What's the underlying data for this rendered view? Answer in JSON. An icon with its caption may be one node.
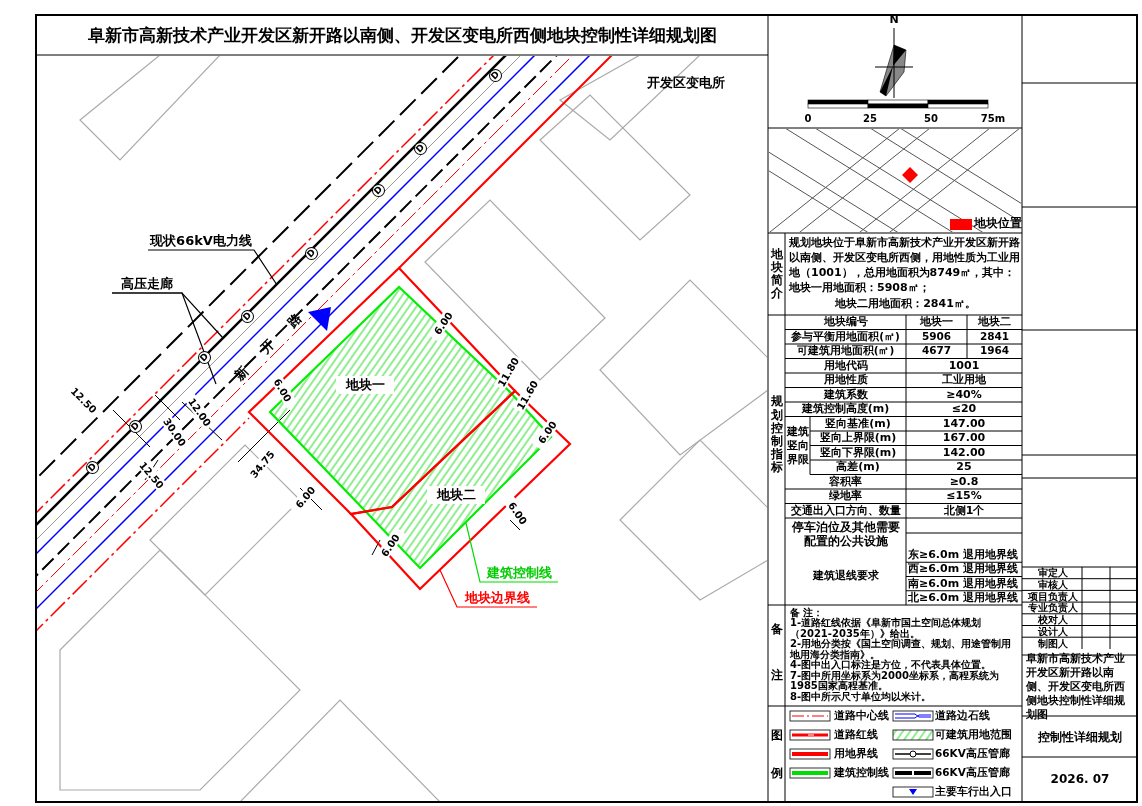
{
  "diagram": {
    "title": "阜新市高新技术产业开发区新开路以南侧、开发区变电所西侧地块控制性详细规划图",
    "nodes": [
      {
        "text": [
          "地块一"
        ]
      },
      {
        "text": [
          "地块二"
        ]
      },
      {
        "text": [
          "现状66kV电力线"
        ]
      },
      {
        "text": [
          "高压走廊"
        ]
      },
      {
        "text": [
          "建筑控制线"
        ]
      },
      {
        "text": [
          "地块边界线"
        ]
      }
    ],
    "edges": [
      {
        "from": 2,
        "to": null,
        "arrow": "none"
      },
      {
        "from": 3,
        "to": null,
        "arrow": "none"
      },
      {
        "from": 3,
        "to": null,
        "arrow": "none"
      },
      {
        "from": 4,
        "to": 1,
        "arrow": "none",
        "color": "#00dd00"
      },
      {
        "from": 5,
        "to": 1,
        "arrow": "none",
        "color": "#ff0000"
      }
    ],
    "labels": [
      "开发区变电所",
      "D",
      "D",
      "D",
      "D",
      "D",
      "D",
      "D",
      "D",
      "新 开 路",
      "12.50",
      "12.00",
      "30.00",
      "12.50",
      "6.00",
      "11.80",
      "6.00",
      "11.60",
      "6.00",
      "34.75",
      "6.00",
      "6.00",
      "6.00",
      "N",
      "0",
      "25",
      "50",
      "75m",
      "地块简介",
      "规划地块位于阜新市高新技术产业开发区新开路以南侧、开发区变电所西侧，用地性质为工业用地（1001），总用地面积为8749㎡，其中：地块一用地面积：5908㎡；",
      "地块二用地面积：2841㎡。",
      "规划控制指标",
      "地块编号",
      "地块一",
      "地块二",
      "参与平衡用地面积(㎡)",
      "5906",
      "2841",
      "可建筑用地面积(㎡)",
      "4677",
      "1964",
      "用地代码",
      "1001",
      "用地性质",
      "工业用地",
      "建筑系数",
      "≥40%",
      "建筑控制高度(m)",
      "≤20",
      "建筑竖向界限",
      "竖向基准(m)",
      "147.00",
      "竖向上界限(m)",
      "167.00",
      "竖向下界限(m)",
      "142.00",
      "高差(m)",
      "25",
      "容积率",
      "≥0.8",
      "绿地率",
      "≤15%",
      "交通出入口方向、数量",
      "北侧1个",
      "停车泊位及其他需要配置的公共设施",
      "建筑退线要求",
      "东≥6.0m 退用地界线",
      "西≥6.0m 退用地界线",
      "南≥6.0m 退用地界线",
      "北≥6.0m 退用地界线",
      "备",
      "注",
      "备 注：",
      "1-道路红线依据《阜新市国土空间总体规划（2021-2035年）》给出。",
      "2-用地分类按《国土空间调查、规划、用途管制用地用海分类指南》。",
      "4-图中出入口标注是方位，不代表具体位置。",
      "7-图中所用坐标系为2000坐标系，高程系统为1985国家高程基准。",
      "8-图中所示尺寸单位均以米计。",
      "图",
      "例",
      "阜新市高新技术产业开发区新开路以南侧、开发区变电所西侧地块控制性详细规划图",
      "控制性详细规划",
      "2026. 07",
      "审定人",
      "审核人",
      "项目负责人",
      "专业负责人",
      "校对人",
      "设计人",
      "制图人"
    ],
    "legend": [
      {
        "text": "地块位置",
        "color": "#ff0000"
      },
      {
        "text": "道路中心线"
      },
      {
        "text": "道路红线"
      },
      {
        "text": "用地界线"
      },
      {
        "text": "建筑控制线"
      },
      {
        "text": "道路边石线"
      },
      {
        "text": "可建筑用地范围"
      },
      {
        "text": "66KV高压管廊"
      },
      {
        "text": "66KV高压管廊"
      },
      {
        "text": "主要车行出入口"
      }
    ]
  }
}
